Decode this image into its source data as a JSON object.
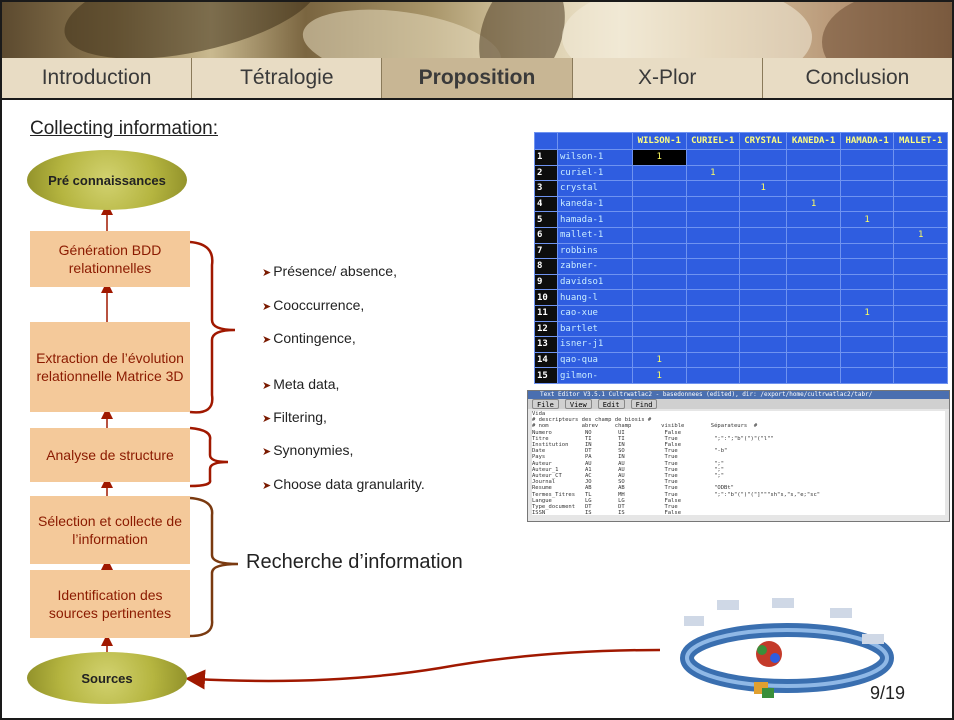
{
  "nav": {
    "tabs": [
      {
        "label": "Introduction",
        "active": false
      },
      {
        "label": "Tétralogie",
        "active": false
      },
      {
        "label": "Proposition",
        "active": true
      },
      {
        "label": "X-Plor",
        "active": false
      },
      {
        "label": "Conclusion",
        "active": false
      }
    ]
  },
  "title": "Collecting information:",
  "flow": {
    "top": "Pré connaissances",
    "bottom": "Sources",
    "steps": [
      "Génération BDD relationnelles",
      "Extraction de l’évolution relationnelle Matrice 3D",
      "Analyse de structure",
      "Sélection et collecte de l’information",
      "Identification des sources pertinentes"
    ]
  },
  "bullets": [
    "Présence/ absence,",
    "Cooccurrence,",
    "Contingence,",
    "Meta data,",
    "Filtering,",
    "Synonymies,",
    "Choose data granularity."
  ],
  "recherche_label": "Recherche d’information",
  "grid": {
    "columns": [
      "WILSON-1",
      "CURIEL-1",
      "CRYSTAL",
      "KANEDA-1",
      "HAMADA-1",
      "MALLET-1"
    ],
    "rows": [
      {
        "n": "1",
        "name": "wilson-1"
      },
      {
        "n": "2",
        "name": "curiel-1"
      },
      {
        "n": "3",
        "name": "crystal"
      },
      {
        "n": "4",
        "name": "kaneda-1"
      },
      {
        "n": "5",
        "name": "hamada-1"
      },
      {
        "n": "6",
        "name": "mallet-1"
      },
      {
        "n": "7",
        "name": "robbins"
      },
      {
        "n": "8",
        "name": "zabner-"
      },
      {
        "n": "9",
        "name": "davidso1"
      },
      {
        "n": "10",
        "name": "huang-l"
      },
      {
        "n": "11",
        "name": "cao-xue"
      },
      {
        "n": "12",
        "name": "bartlet"
      },
      {
        "n": "13",
        "name": "isner-j1"
      },
      {
        "n": "14",
        "name": "qao-qua"
      },
      {
        "n": "15",
        "name": "gilmon-"
      }
    ],
    "ones": [
      [
        0,
        0
      ],
      [
        1,
        1
      ],
      [
        2,
        2
      ],
      [
        3,
        3
      ],
      [
        4,
        4
      ],
      [
        5,
        5
      ],
      [
        10,
        4
      ],
      [
        13,
        0
      ],
      [
        14,
        0
      ]
    ],
    "cell_value": "1"
  },
  "editor": {
    "title": "Text Editor V3.5.1   Cultrwatlac2 - basedonnees (edited), dir: /export/home/cultrwatlac2/tabr/",
    "menus": [
      "File",
      "View",
      "Edit",
      "Find"
    ],
    "text": "Vida\n# descripteurs des champ de biosis #\n# nom          abrev     champ         visible        Séparateurs  #\nNumero          NO        UI            False\nTitre           TI        TI            True           \";\":\";\"b\"(\")\"(\"l\"\"\nInstitution     IN        IN            False\nDate            DT        SO            True           \"-b\"\nPays            PA        IN            True\nAuteur          AU        AU            True           \";\"\nAuteur_1        A1        AU            True           \";\"\nAuteur_CT       AC        AU            True           \";\"\nJournal         JO        SO            True\nResume          AB        AB            True           \"ODBt\"\nTermes_Titres   TL        MH            True           \";\":\"b\"(\")\"(\"]\"\"\"sh\"s,\"s,\"e;\"sc\"\nLangue          LG        LG            False\nType_document   DT        DT            True\nISSN            IS        IS            False\nResumeTitre     RT        XXX           True\nFIN             FIN       FIN           FIN"
  },
  "page_number": "9/19"
}
